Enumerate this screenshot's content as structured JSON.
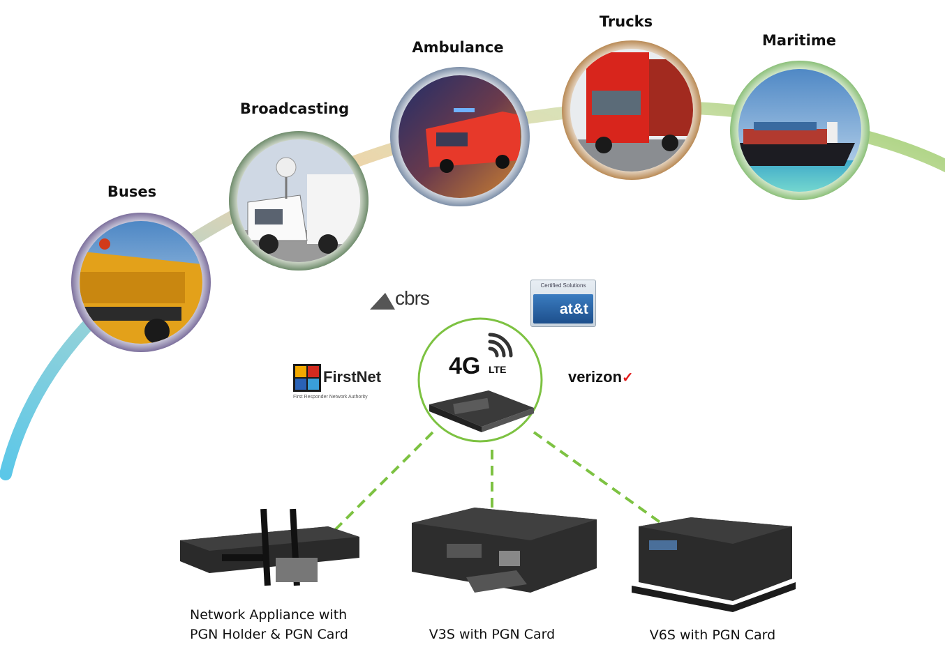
{
  "sectors": [
    {
      "label": "Buses"
    },
    {
      "label": "Broadcasting"
    },
    {
      "label": "Ambulance"
    },
    {
      "label": "Trucks"
    },
    {
      "label": "Maritime"
    }
  ],
  "carriers": {
    "cbrs": "cbrs",
    "att_badge": "Certified Solutions",
    "att": "at&t",
    "firstnet": "FirstNet",
    "firstnet_sub": "First Responder Network Authority",
    "verizon": "verizon",
    "verizon_mark": "✓"
  },
  "hub": {
    "title": "4G",
    "subtitle": "LTE"
  },
  "devices": [
    {
      "caption_line1": "Network Appliance with",
      "caption_line2": "PGN Holder & PGN Card"
    },
    {
      "caption": "V3S with PGN Card"
    },
    {
      "caption": "V6S with PGN Card"
    }
  ],
  "colors": {
    "hub_ring": "#7dc242",
    "dashed_link": "#7dc242",
    "arc_start": "#5bc7e8",
    "arc_end": "#9ccf6f"
  }
}
